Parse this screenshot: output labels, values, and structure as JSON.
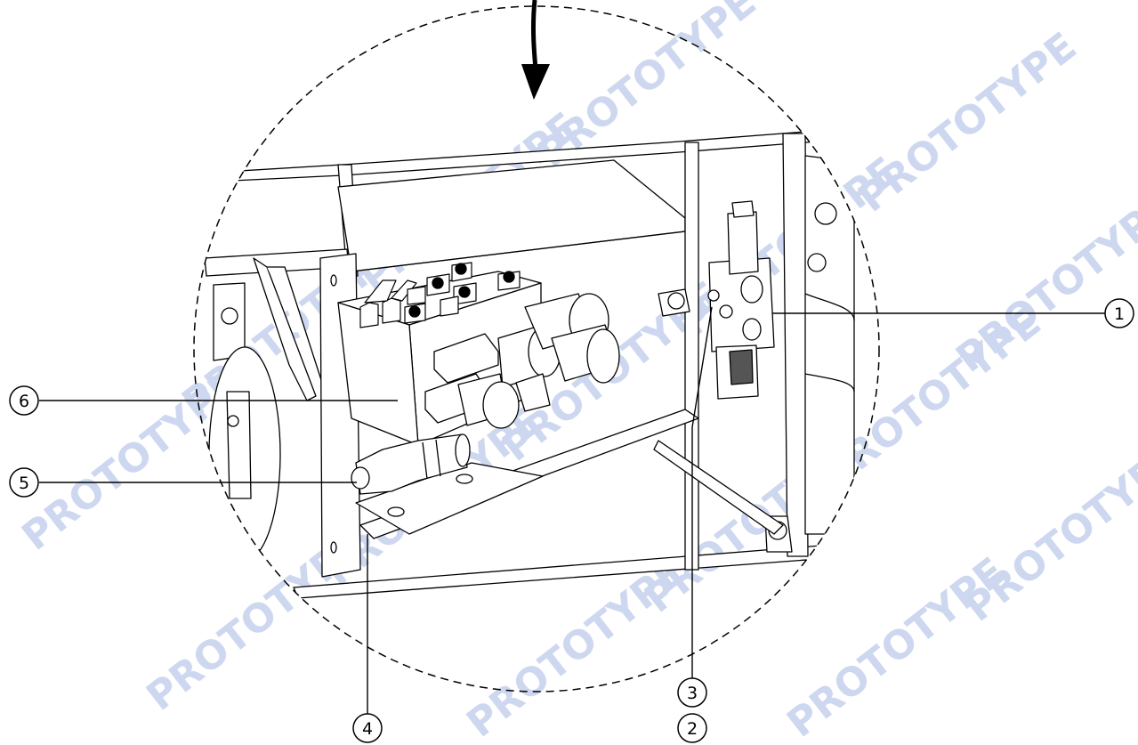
{
  "watermark": {
    "text": "PROTOTYPE",
    "color": "#c5d0ec"
  },
  "callouts": [
    {
      "id": "callout-1",
      "label": "1"
    },
    {
      "id": "callout-2",
      "label": "2"
    },
    {
      "id": "callout-3",
      "label": "3"
    },
    {
      "id": "callout-4",
      "label": "4"
    },
    {
      "id": "callout-5",
      "label": "5"
    },
    {
      "id": "callout-6",
      "label": "6"
    }
  ],
  "colors": {
    "line": "#000000",
    "watermark": "#c5d0ec",
    "background": "#ffffff"
  }
}
